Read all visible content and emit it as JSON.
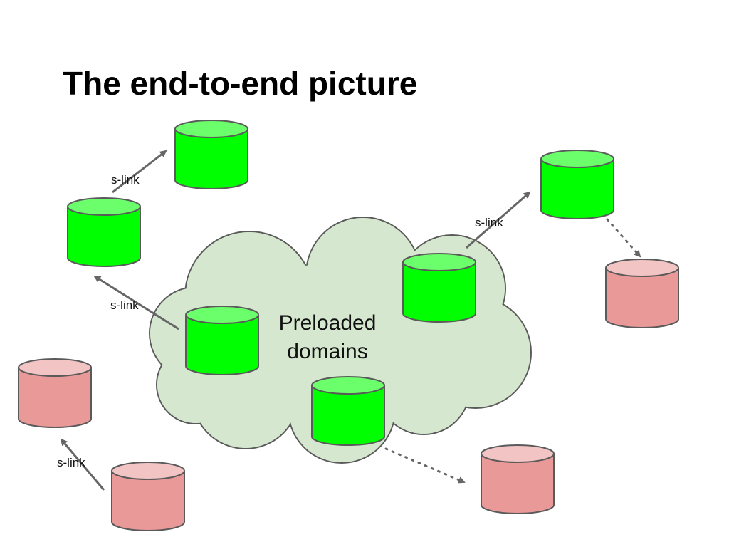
{
  "slide": {
    "title": "The end-to-end picture"
  },
  "diagram": {
    "cloud_label_line1": "Preloaded",
    "cloud_label_line2": "domains",
    "link_labels": [
      "s-link",
      "s-link",
      "s-link",
      "s-link"
    ],
    "colors": {
      "cloud_fill": "#d5e8cf",
      "cloud_stroke": "#5a5a5a",
      "preloaded_db_fill": "#00ff00",
      "preloaded_db_top": "#6cff6c",
      "other_db_fill": "#ea9999",
      "other_db_top": "#f3c4c4",
      "arrow": "#666666"
    },
    "link_kinds": {
      "solid": "s-link",
      "dotted": "unlabeled dotted link"
    }
  }
}
